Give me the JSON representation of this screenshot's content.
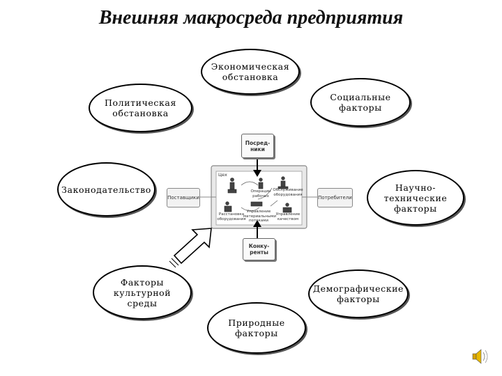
{
  "title": "Внешняя макросреда предприятия",
  "factors": {
    "economic": "Экономическая\nобстановка",
    "political": "Политическая\nобстановка",
    "social": "Социальные\nфакторы",
    "legislation": "Законодательство",
    "scitech": "Научно-\nтехнические\nфакторы",
    "cultural": "Факторы\nкультурной\nсреды",
    "demographic": "Демографические\nфакторы",
    "natural": "Природные\nфакторы"
  },
  "center": {
    "intermediaries": "Посред-\nники",
    "competitors": "Конку-\nренты",
    "suppliers": "Поставщики",
    "consumers": "Потребители",
    "workshop": "Цех",
    "placement": "Расстановка\nоборудования",
    "operations": "Операции\nрабочих",
    "maintenance": "Обслуживание\nоборудования",
    "flows": "Управление\nматериальными\nпотоками",
    "quality": "Управление\nкачеством"
  },
  "icons": {
    "arrow": "hollow-arrow-icon",
    "speaker": "speaker-icon"
  }
}
